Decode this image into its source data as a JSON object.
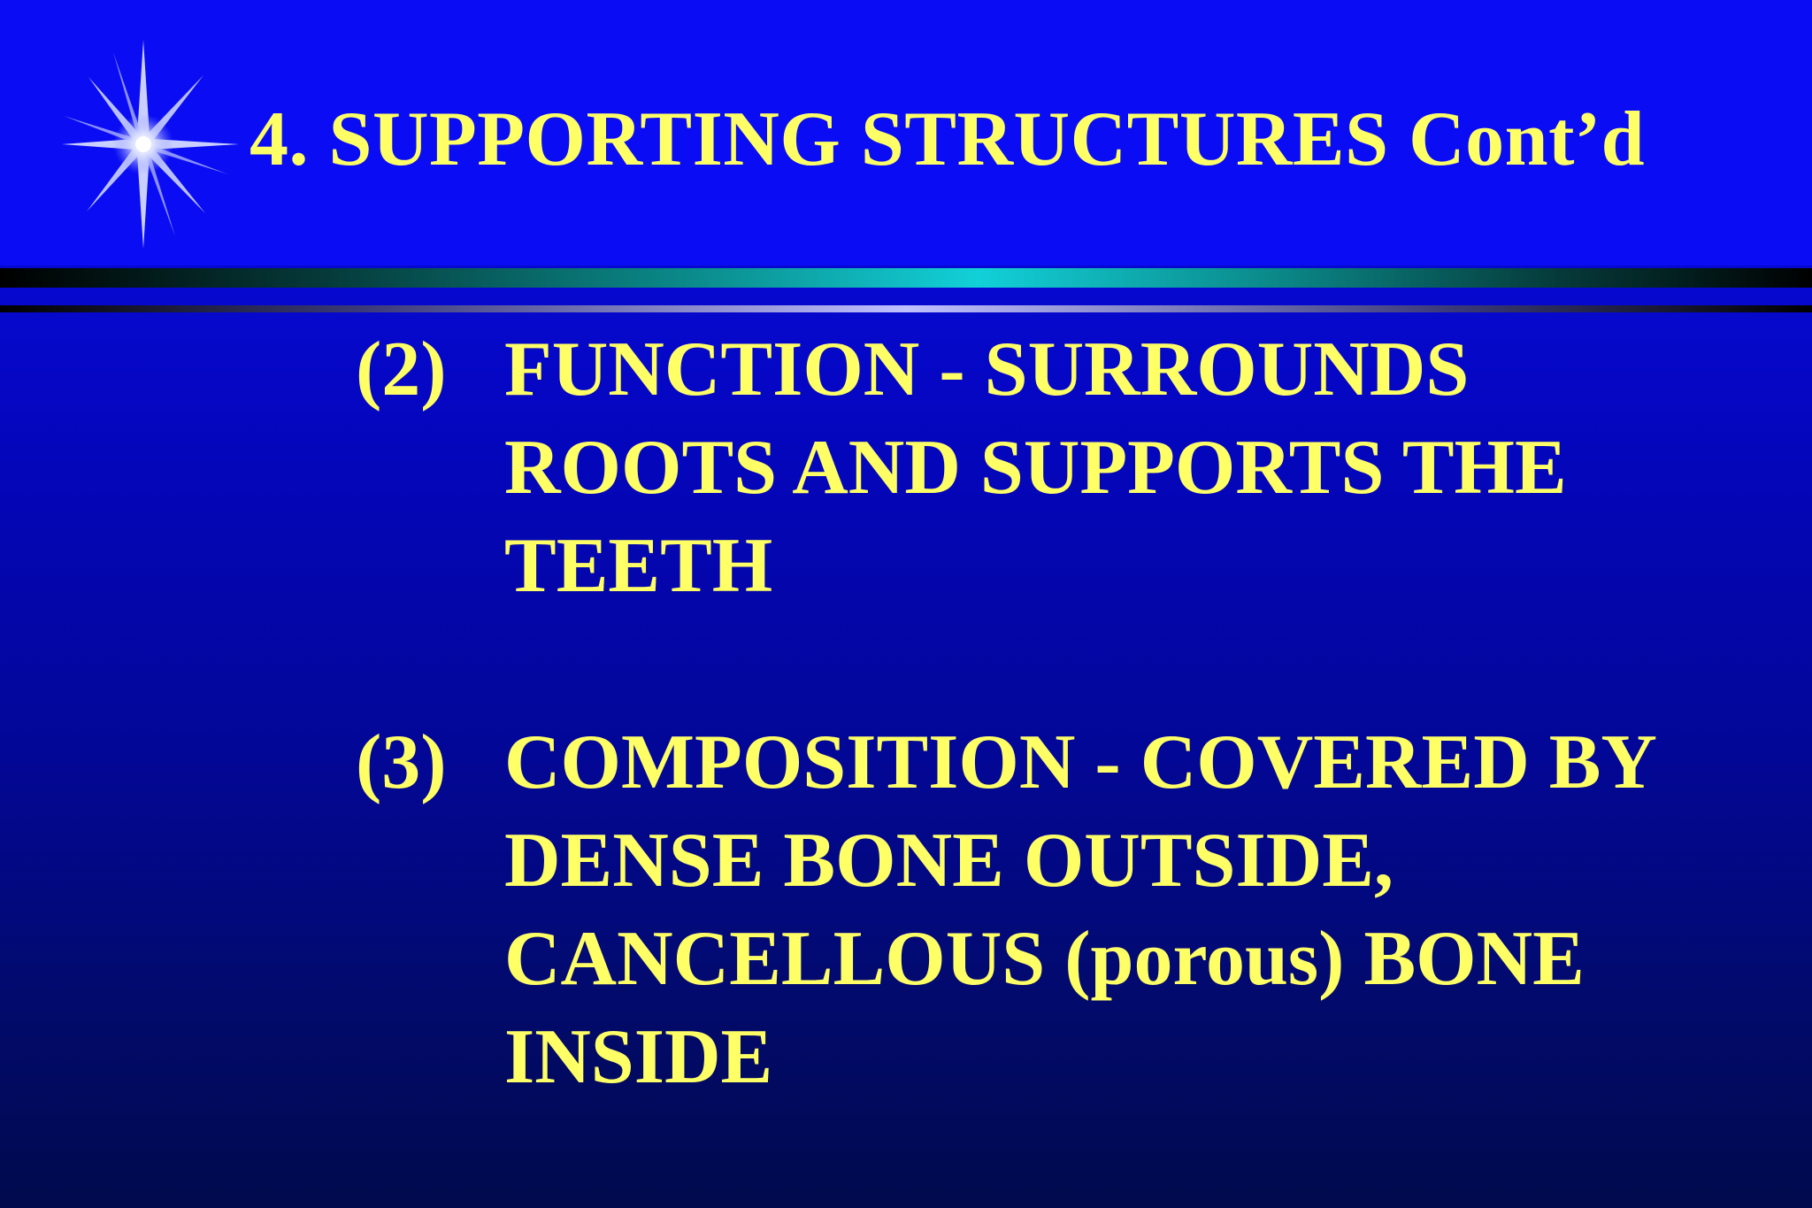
{
  "slide": {
    "title": "4.  SUPPORTING STRUCTURES Cont’d",
    "icon": "star-burst-icon",
    "colors": {
      "background_top": "#0a0df3",
      "background_bottom": "#000a4c",
      "text": "#ffff66",
      "rule_accent": "#12d0d8"
    },
    "items": [
      {
        "marker": "(2)",
        "lines": [
          "FUNCTION - SURROUNDS",
          "ROOTS AND SUPPORTS THE",
          "TEETH"
        ]
      },
      {
        "marker": "(3)",
        "lines": [
          "COMPOSITION - COVERED BY",
          "DENSE BONE OUTSIDE,",
          "CANCELLOUS (porous) BONE",
          "INSIDE"
        ]
      }
    ]
  }
}
